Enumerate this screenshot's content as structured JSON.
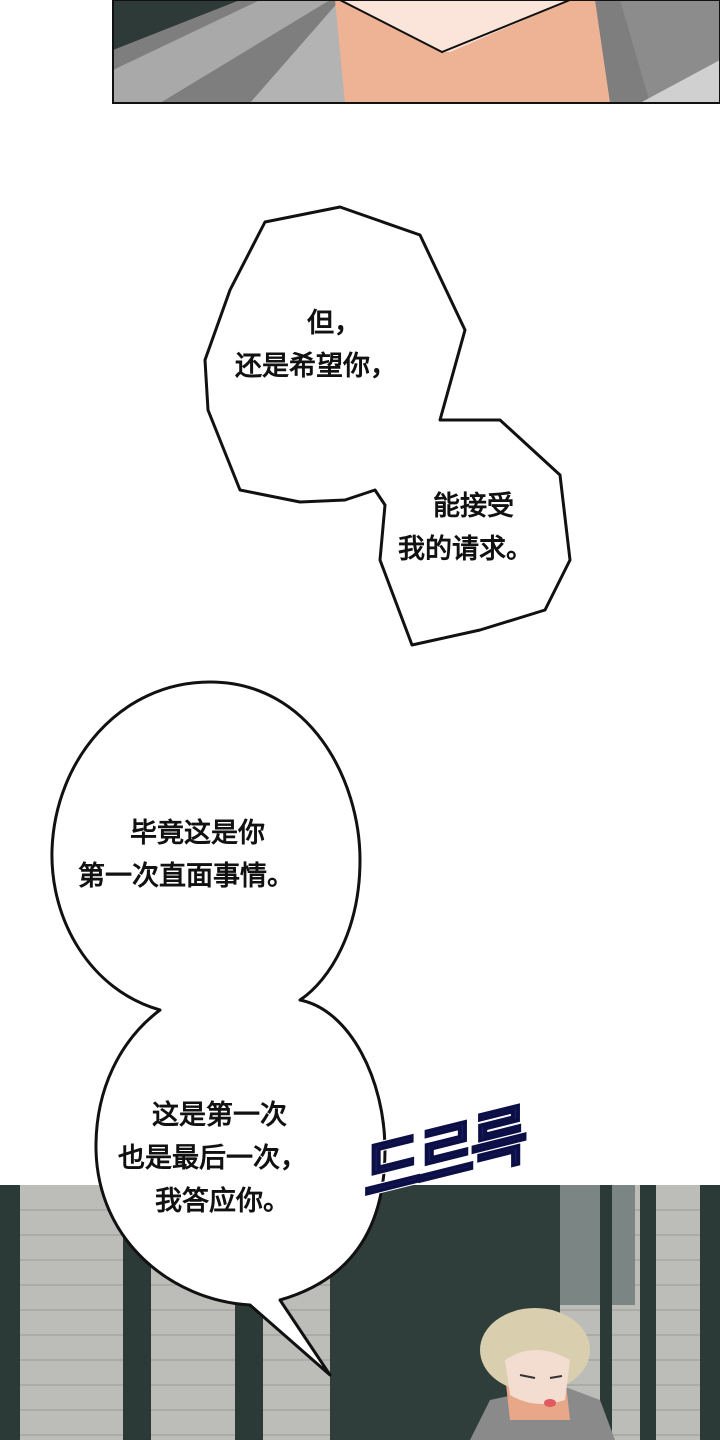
{
  "panels": {
    "top": {
      "description_colors": {
        "jacket": "#8a8a8a",
        "skin": "#f0b79a",
        "wall": "#2e3a38"
      }
    },
    "bottom": {
      "description_colors": {
        "brick": "#b9b9b5",
        "pillar": "#2b3a37",
        "hair": "#d9cfae"
      }
    }
  },
  "bubbles": [
    {
      "lines": [
        "但，",
        "还是希望你，"
      ]
    },
    {
      "lines": [
        "能接受",
        "我的请求。"
      ]
    },
    {
      "lines": [
        "毕竟这是你",
        "第一次直面事情。"
      ]
    },
    {
      "lines": [
        "这是第一次",
        "也是最后一次，",
        "我答应你。"
      ]
    }
  ],
  "sound_effect": "드르륵"
}
